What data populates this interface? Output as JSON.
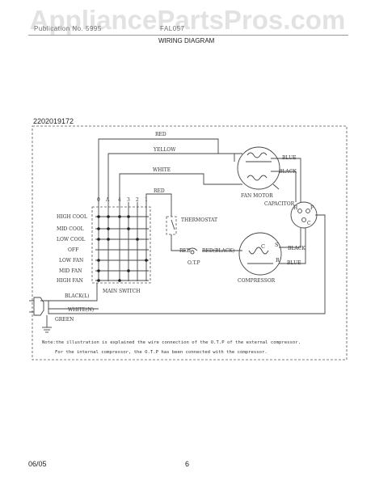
{
  "watermark": "AppliancePartsPros.com",
  "header": {
    "left_text": "Publication No. 5995",
    "right_text": "FAL057",
    "title": "WIRING DIAGRAM"
  },
  "document_number": "2202019172",
  "wires": {
    "red_top": "RED",
    "yellow": "YELLOW",
    "white": "WHITE",
    "red_switch": "RED",
    "blue_fan": "BLUE",
    "black_fan": "BLACK",
    "red_comp": "RED",
    "red_black": "RED(BLACK)",
    "black_comp": "BLACK",
    "blue_comp": "BLUE",
    "black_l": "BLACK(L)",
    "white_n": "WHITE(N)",
    "green": "GREEN"
  },
  "components": {
    "fan_motor": "FAN MOTOR",
    "capacitor": "CAPACITOR",
    "thermostat": "THERMOSTAT",
    "otp": "O.T.P",
    "compressor": "COMPRESSOR",
    "main_switch": "MAIN SWITCH",
    "terminal_c": "C",
    "terminal_s": "S",
    "terminal_r": "R",
    "terminal_h": "H",
    "terminal_f": "F",
    "terminal_c_cap": "C"
  },
  "switch": {
    "terminals": [
      "0",
      "A",
      "4",
      "3",
      "2",
      "1"
    ],
    "positions": [
      "HIGH COOL",
      "MID COOL",
      "LOW COOL",
      "OFF",
      "LOW FAN",
      "MID FAN",
      "HIGH FAN"
    ]
  },
  "note": {
    "line1": "Note:the illustration is explained the wire connection of the O.T.P of the external compressor.",
    "line2": "For the internal compressor, the O.T.P has been connected with the compressor."
  },
  "footer": {
    "date": "06/05",
    "page": "6"
  }
}
